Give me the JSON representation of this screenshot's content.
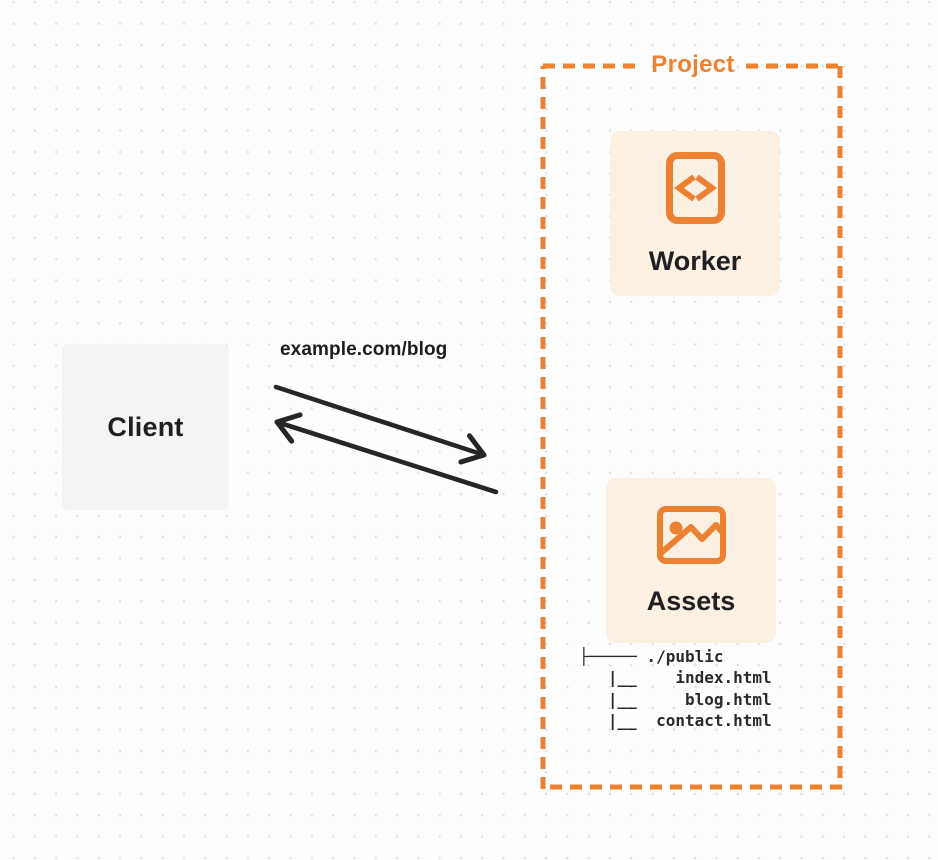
{
  "palette": {
    "accent_orange": "#ED8132",
    "card_background": "#FBF0E1",
    "client_background": "#F4F4F5",
    "ink": "#1F2023",
    "arrow_color": "#262626",
    "dot_grid": "#E2E2E5",
    "page_background": "#FDFDFD"
  },
  "client": {
    "label": "Client"
  },
  "request": {
    "label": "example.com/blog"
  },
  "project": {
    "label": "Project",
    "worker": {
      "label": "Worker",
      "icon": "code-file-icon"
    },
    "assets": {
      "label": "Assets",
      "icon": "image-icon",
      "file_tree": [
        "├───── ./public",
        "   |__    index.html",
        "   |__     blog.html",
        "   |__  contact.html"
      ]
    }
  }
}
